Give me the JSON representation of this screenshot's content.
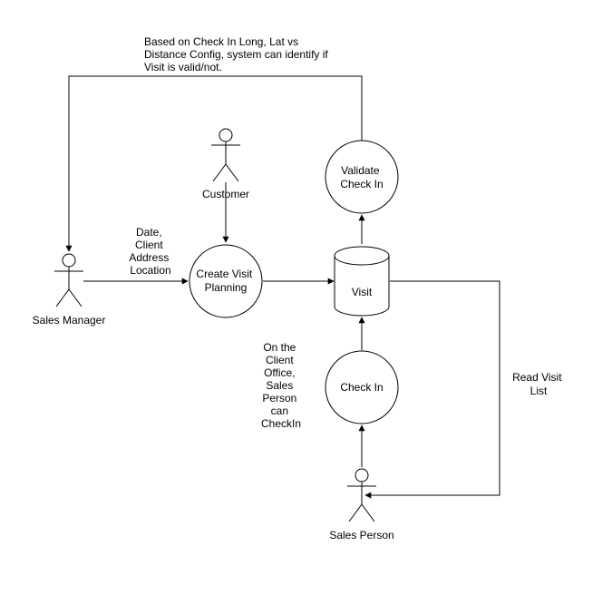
{
  "actors": {
    "sales_manager": "Sales Manager",
    "customer": "Customer",
    "sales_person": "Sales Person"
  },
  "processes": {
    "create_visit_planning": [
      "Create Visit",
      "Planning"
    ],
    "validate_check_in": [
      "Validate",
      "Check In"
    ],
    "check_in": [
      "Check In"
    ]
  },
  "data_store": {
    "visit": "Visit"
  },
  "annotations": {
    "validation_note": [
      "Based on Check In Long, Lat vs",
      "Distance Config, system can identify if",
      "Visit is valid/not."
    ],
    "planning_input": [
      "Date,",
      "Client",
      "Address",
      "Location"
    ],
    "checkin_note": [
      "On the",
      "Client",
      "Office,",
      "Sales",
      "Person",
      "can",
      "CheckIn"
    ],
    "read_visit_list": [
      "Read Visit",
      "List"
    ]
  }
}
